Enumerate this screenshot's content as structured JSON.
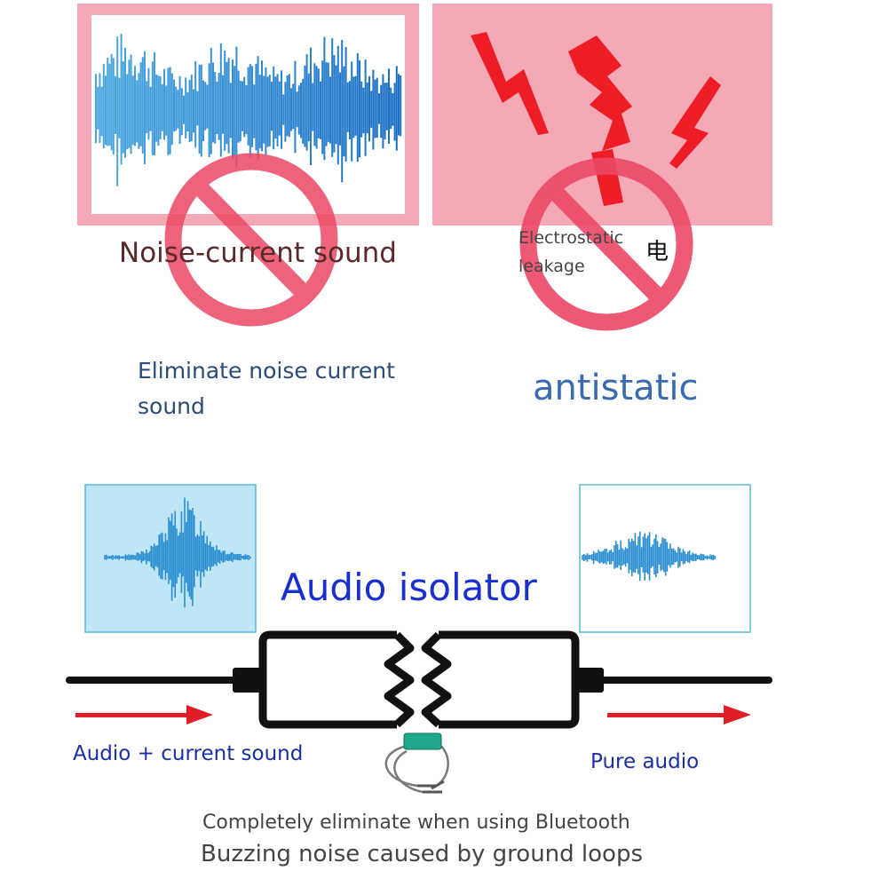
{
  "top_left": {
    "title": "Noise-current sound",
    "caption_line1": "Eliminate noise current",
    "caption_line2": "sound"
  },
  "top_right": {
    "label_line1": "Electrostatic",
    "label_line2": "leakage",
    "label_glyph": "电",
    "caption": "antistatic"
  },
  "diagram": {
    "title": "Audio isolator",
    "input_label": "Audio + current sound",
    "output_label": "Pure audio"
  },
  "footer": {
    "line1": "Completely eliminate when using Bluetooth",
    "line2": "Buzzing noise caused by ground loops"
  },
  "colors": {
    "pink_panel": "#f5a9b6",
    "prohibition": "#ec4866",
    "waveform_blue": "#1b73c8",
    "lightning": "#ee1c25",
    "arrow_red": "#e01e26",
    "cable": "#111111",
    "title_blue": "#1a2fcf",
    "device_green": "#1fa98a"
  }
}
